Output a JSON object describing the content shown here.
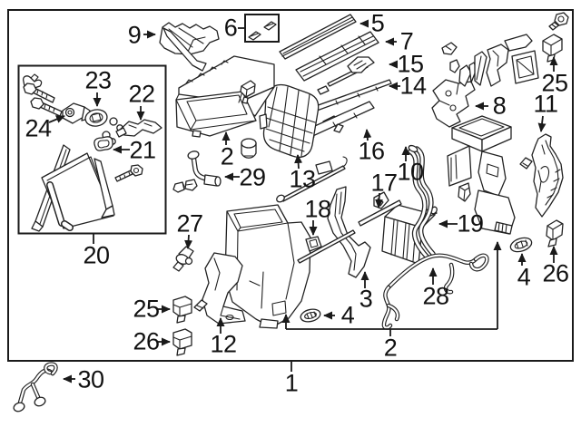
{
  "diagram": {
    "figure_type": "exploded-parts-diagram",
    "background": "#ffffff",
    "line_color": "#222222",
    "part_numbers_visible": [
      "1",
      "2",
      "3",
      "4",
      "5",
      "6",
      "7",
      "8",
      "9",
      "10",
      "11",
      "12",
      "13",
      "14",
      "15",
      "16",
      "17",
      "18",
      "19",
      "20",
      "21",
      "22",
      "23",
      "24",
      "25",
      "26",
      "27",
      "28",
      "29",
      "30"
    ],
    "labels": [
      {
        "text": "9"
      },
      {
        "text": "6"
      },
      {
        "text": "5"
      },
      {
        "text": "7"
      },
      {
        "text": "15"
      },
      {
        "text": "14"
      },
      {
        "text": "25"
      },
      {
        "text": "8"
      },
      {
        "text": "11"
      },
      {
        "text": "23"
      },
      {
        "text": "22"
      },
      {
        "text": "24"
      },
      {
        "text": "21"
      },
      {
        "text": "2"
      },
      {
        "text": "29"
      },
      {
        "text": "13"
      },
      {
        "text": "16"
      },
      {
        "text": "10"
      },
      {
        "text": "17"
      },
      {
        "text": "18"
      },
      {
        "text": "19"
      },
      {
        "text": "27"
      },
      {
        "text": "20"
      },
      {
        "text": "25"
      },
      {
        "text": "26"
      },
      {
        "text": "12"
      },
      {
        "text": "3"
      },
      {
        "text": "4"
      },
      {
        "text": "28"
      },
      {
        "text": "4"
      },
      {
        "text": "26"
      },
      {
        "text": "2"
      },
      {
        "text": "1"
      },
      {
        "text": "30"
      }
    ]
  }
}
